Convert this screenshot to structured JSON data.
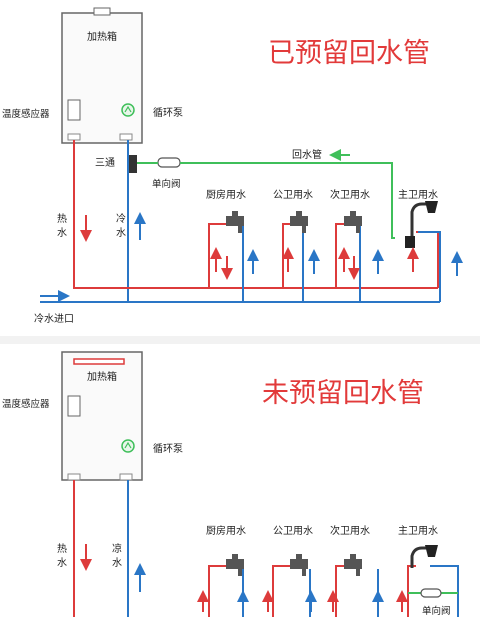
{
  "top": {
    "title": "已预留回水管",
    "heater_label": "加热箱",
    "sensor_label": "温度感应器",
    "pump_label": "循环泵",
    "tee_label": "三通",
    "check_valve_label": "单向阀",
    "return_pipe_label": "回水管",
    "hot_water_label": [
      "热",
      "水"
    ],
    "cold_water_label": [
      "冷",
      "水"
    ],
    "cold_inlet_label": "冷水进口",
    "fixtures": [
      "厨房用水",
      "公卫用水",
      "次卫用水",
      "主卫用水"
    ]
  },
  "bottom": {
    "title": "未预留回水管",
    "heater_label": "加热箱",
    "sensor_label": "温度感应器",
    "pump_label": "循环泵",
    "hot_water_label": [
      "热",
      "水"
    ],
    "cold_water_label": [
      "凉",
      "水"
    ],
    "check_valve_label": "单向阀",
    "fixtures": [
      "厨房用水",
      "公卫用水",
      "次卫用水",
      "主卫用水"
    ]
  },
  "colors": {
    "hot": "#dd3b3b",
    "cold": "#2a76c6",
    "return": "#3fbf5a",
    "title": "#e23a3a",
    "heater_stroke": "#666666",
    "text": "#222222"
  }
}
